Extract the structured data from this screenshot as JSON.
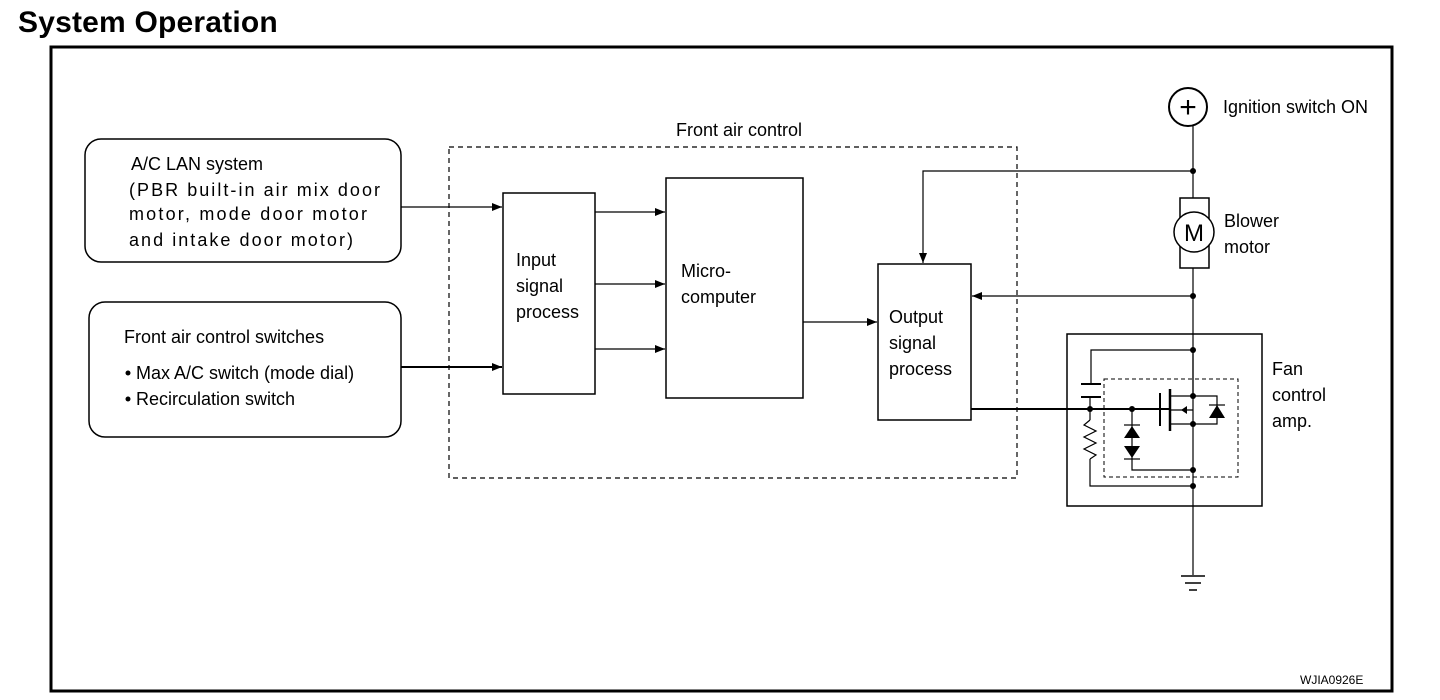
{
  "page": {
    "title": "System Operation"
  },
  "diagram": {
    "front_air_control_label": "Front air control",
    "ac_lan": {
      "line1": "A/C LAN system",
      "line2": "(PBR built-in air mix door",
      "line3": "motor, mode door motor",
      "line4": "and intake door motor)"
    },
    "switches": {
      "title": "Front air control switches",
      "item1": "Max A/C switch (mode dial)",
      "item2": "Recirculation switch"
    },
    "input": {
      "line1": "Input",
      "line2": "signal",
      "line3": "process"
    },
    "micro": {
      "line1": "Micro-",
      "line2": "computer"
    },
    "output": {
      "line1": "Output",
      "line2": "signal",
      "line3": "process"
    },
    "ignition": {
      "symbol": "+",
      "label": "Ignition switch ON"
    },
    "blower": {
      "symbol": "M",
      "line1": "Blower",
      "line2": "motor"
    },
    "fan_amp": {
      "line1": "Fan",
      "line2": "control",
      "line3": "amp."
    },
    "figure_code": "WJIA0926E"
  }
}
